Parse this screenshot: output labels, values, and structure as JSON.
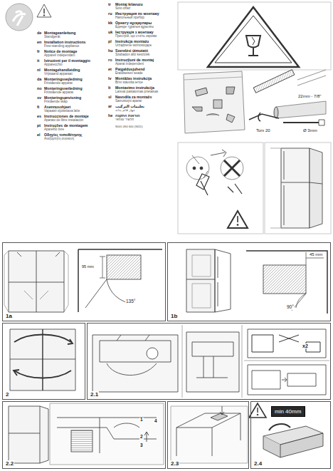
{
  "diagram": {
    "nodes": [
      {
        "text": [
          "1a"
        ]
      },
      {
        "text": [
          "1b"
        ]
      },
      {
        "text": [
          "2"
        ]
      },
      {
        "text": [
          "2.1"
        ]
      },
      {
        "text": [
          "2.2"
        ]
      },
      {
        "text": [
          "2.3"
        ]
      },
      {
        "text": [
          "2.4"
        ]
      },
      {
        "text": [
          "min 40mm"
        ],
        "in": 6
      }
    ],
    "labels": [
      "de",
      "Montageanleitung",
      "Standgerät",
      "en",
      "Installation instructions",
      "Free-standing appliance",
      "fr",
      "Notice de montage",
      "Appareil indépendant",
      "it",
      "Istruzioni per il montaggio",
      "Apparecchio",
      "nl",
      "Montagehandleiding",
      "Vrijstaand apparaat",
      "da",
      "Monteringsvejledning",
      "Fritstående apparat",
      "no",
      "Monteringsveiledning",
      "Frittstående apparat",
      "sv",
      "Monteringsanvisning",
      "Fristående skåp",
      "fi",
      "Asennusohjeet",
      "Vapaasti sijoitettava laite",
      "es",
      "Instrucciones de montaje",
      "Aparato de libre instalación",
      "pt",
      "Instruções de montagem",
      "Aparelho livre",
      "el",
      "Οδηγίες τοποθέτησης",
      "Ανεξάρτητη συσκευή",
      "tr",
      "Montaj kılavuzu",
      "Solo cihaz",
      "ru",
      "Инструкция по монтажу",
      "Напольный прибор",
      "kk",
      "Орнату нұсқаулары",
      "Еденде тұратын құрылғы",
      "uk",
      "Інструкція з монтажу",
      "Пристрій, що стоїть окремо",
      "pl",
      "Instrukcja montażu",
      "Urządzenie wolnostojące",
      "hu",
      "Szerelési útmutató",
      "Szabadon álló készülék",
      "ro",
      "Instrucţiuni de montaj",
      "Aparat independent",
      "et",
      "Paigaldusjuhend",
      "Eraldiseisev seade",
      "lv",
      "Montāžas instrukcija",
      "Brīvi stāvoša ierīce",
      "lt",
      "Montavimo instrukcija",
      "Laisvai pastatomas prietaisas",
      "sl",
      "Navodila za montažo",
      "Samostojni aparat",
      "ar",
      "تعليمات التركيب",
      "جهاز قائم بذاته",
      "he",
      "הוראות התקנה",
      "מכשיר עצמאי",
      "9001 094 600 (9411)",
      "22mm - 7/8\"",
      "Torx 20",
      "Ø 3mm",
      "95 mm",
      "135°",
      "45 mm",
      "90°",
      "x2",
      "1",
      "2",
      "3",
      "4"
    ]
  }
}
